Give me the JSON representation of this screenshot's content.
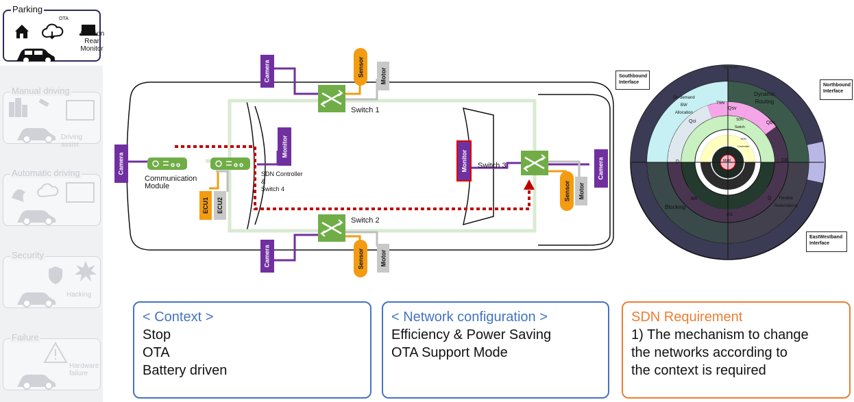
{
  "modes": {
    "parking": {
      "title": "Parking",
      "ota": "OTA",
      "monitor": "Addition\nRear\nMonitor"
    },
    "manual": {
      "title": "Manual driving",
      "sub": "Driving assist"
    },
    "automatic": {
      "title": "Automatic driving"
    },
    "security": {
      "title": "Security",
      "sub": "Hacking"
    },
    "failure": {
      "title": "Failure",
      "sub": "Hardware\nfailure"
    }
  },
  "diagram": {
    "camera": "Camera",
    "sensor": "Sensor",
    "motor": "Motor",
    "monitor": "Monitor",
    "ecu1": "ECU1",
    "ecu2": "ECU2",
    "switch1": "Switch 1",
    "switch2": "Switch 2",
    "switch3": "Switch 3",
    "sdn": "SDN Controller\n&\nSwitch 4",
    "comm": "Communication\nModule",
    "colors": {
      "purple": "#7030a0",
      "orange": "#f39c12",
      "green": "#70ad47",
      "red": "#c00000",
      "gray": "#c8c8c8"
    }
  },
  "wheel": {
    "southbound": "Southbound\nInterface",
    "northbound": "Northbound\nInterface",
    "eastwest": "EastWestband\nInterface",
    "services": "Services",
    "dynamic": "Dynamic\nRouting",
    "ondemand": "On-demand\nBW\nAllocation",
    "tsn": "TSN",
    "qsv": "Qsv",
    "qbv": "Qbv",
    "qci": "Qci",
    "cb": "CB",
    "d": "D",
    "ba": "BA",
    "as": "AS",
    "q": "Q",
    "blocking": "Blocking",
    "flexible": "Flexible\nRedundancy",
    "sdnswitch": "SDN\nSwitch",
    "sdnctrl": "SDN\nController",
    "mom": "MoM"
  },
  "boxes": {
    "context": {
      "header": "< Context >",
      "lines": [
        "Stop",
        "OTA",
        "Battery driven"
      ],
      "color": "#4472c4"
    },
    "network": {
      "header": "< Network configuration >",
      "lines": [
        "Efficiency & Power Saving",
        "OTA Support Mode"
      ],
      "color": "#4472c4"
    },
    "sdn": {
      "header": "SDN Requirement",
      "lines": [
        "1) The mechanism to change",
        "the networks according to",
        "the context is required"
      ],
      "color": "#ed7d31"
    }
  }
}
